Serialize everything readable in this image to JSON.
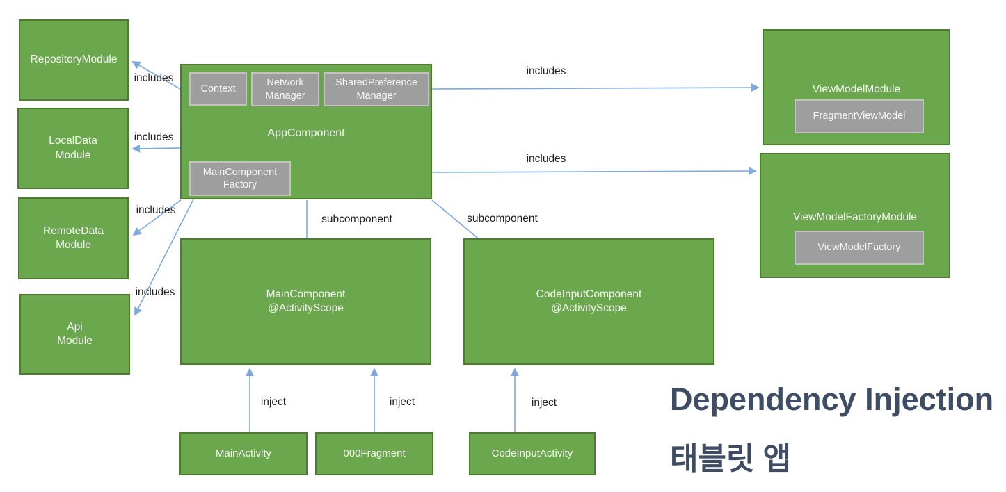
{
  "title": {
    "line1": "Dependency Injection",
    "line2": "태블릿 앱"
  },
  "nodes": {
    "repository_module": "RepositoryModule",
    "local_data_module": "LocalData\nModule",
    "remote_data_module": "RemoteData\nModule",
    "api_module": "Api\nModule",
    "app_component": "AppComponent",
    "context": "Context",
    "network_manager": "Network\nManager",
    "shared_preference_manager": "SharedPreference\nManager",
    "main_component_factory": "MainComponent\nFactory",
    "main_component": "MainComponent\n@ActivityScope",
    "code_input_component": "CodeInputComponent\n@ActivityScope",
    "main_activity": "MainActivity",
    "fragment_000": "000Fragment",
    "code_input_activity": "CodeInputActivity",
    "view_model_module": "ViewModelModule",
    "fragment_view_model": "FragmentViewModel",
    "view_model_factory_module": "ViewModelFactoryModule",
    "view_model_factory": "ViewModelFactory"
  },
  "edge_labels": {
    "includes_repository": "includes",
    "includes_local_data": "includes",
    "includes_remote_data": "includes",
    "includes_api": "includes",
    "includes_view_model_module": "includes",
    "includes_view_model_factory_module": "includes",
    "subcomponent_main": "subcomponent",
    "subcomponent_code_input": "subcomponent",
    "inject_main_activity": "inject",
    "inject_fragment": "inject",
    "inject_code_input_activity": "inject"
  },
  "colors": {
    "node_fill": "#6BA84D",
    "node_border": "#4F7A31",
    "inner_box_fill": "#9E9E9E",
    "inner_box_border": "#C2C2C2",
    "arrow": "#7DA9DD",
    "edge_label_text": "#1F1F1F",
    "node_text": "#F5F7F2",
    "title_text": "#3E4D63",
    "background": "#FFFFFF"
  }
}
